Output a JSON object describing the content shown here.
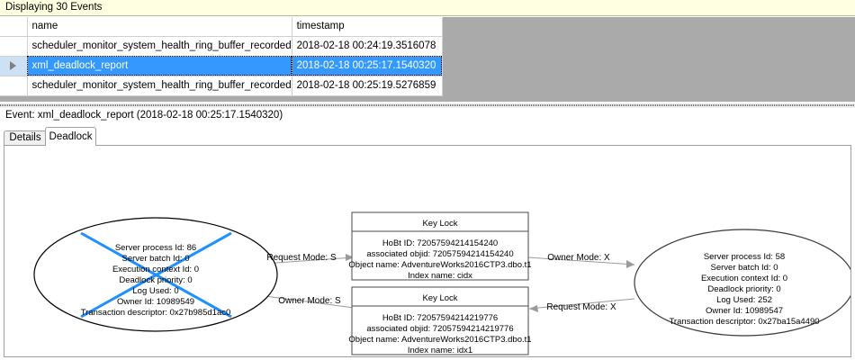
{
  "banner": {
    "text": "Displaying 30 Events"
  },
  "grid": {
    "columns": [
      "",
      "name",
      "timestamp"
    ],
    "rows": [
      {
        "selector": "",
        "name": "scheduler_monitor_system_health_ring_buffer_recorded",
        "timestamp": "2018-02-18 00:24:19.3516078",
        "selected": false
      },
      {
        "selector": "row-arrow",
        "name": "xml_deadlock_report",
        "timestamp": "2018-02-18 00:25:17.1540320",
        "selected": true
      },
      {
        "selector": "",
        "name": "scheduler_monitor_system_health_ring_buffer_recorded",
        "timestamp": "2018-02-18 00:25:19.5276859",
        "selected": false
      }
    ],
    "selection_color": "#3399ff"
  },
  "event_header": {
    "text": "Event: xml_deadlock_report (2018-02-18 00:25:17.1540320)"
  },
  "tabs": [
    {
      "label": "Details",
      "active": false
    },
    {
      "label": "Deadlock",
      "active": true
    }
  ],
  "diagram": {
    "victim_marker_color": "#1e90ff",
    "processes": [
      {
        "id": "left-process",
        "is_victim": true,
        "lines": [
          "Server process Id: 86",
          "Server batch Id: 0",
          "Execution context Id: 0",
          "Deadlock priority: 0",
          "Log Used: 0",
          "Owner Id: 10989549",
          "Transaction descriptor: 0x27b985d1ac0"
        ]
      },
      {
        "id": "right-process",
        "is_victim": false,
        "lines": [
          "Server process Id: 58",
          "Server batch Id: 0",
          "Execution context Id: 0",
          "Deadlock priority: 0",
          "Log Used: 252",
          "Owner Id: 10989547",
          "Transaction descriptor: 0x27ba15a4490"
        ]
      }
    ],
    "resources": [
      {
        "id": "top-key-lock",
        "title": "Key Lock",
        "lines": [
          "HoBt ID: 72057594214154240",
          "associated objid: 72057594214154240",
          "Object name: AdventureWorks2016CTP3.dbo.t1",
          "Index name: cidx"
        ]
      },
      {
        "id": "bottom-key-lock",
        "title": "Key Lock",
        "lines": [
          "HoBt ID: 72057594214219776",
          "associated objid: 72057594214219776",
          "Object name: AdventureWorks2016CTP3.dbo.t1",
          "Index name: idx1"
        ]
      }
    ],
    "edges": [
      {
        "id": "edge-left-request",
        "label": "Request Mode: S"
      },
      {
        "id": "edge-right-owner",
        "label": "Owner Mode: X"
      },
      {
        "id": "edge-left-owner",
        "label": "Owner Mode: S"
      },
      {
        "id": "edge-right-request",
        "label": "Request Mode: X"
      }
    ]
  }
}
